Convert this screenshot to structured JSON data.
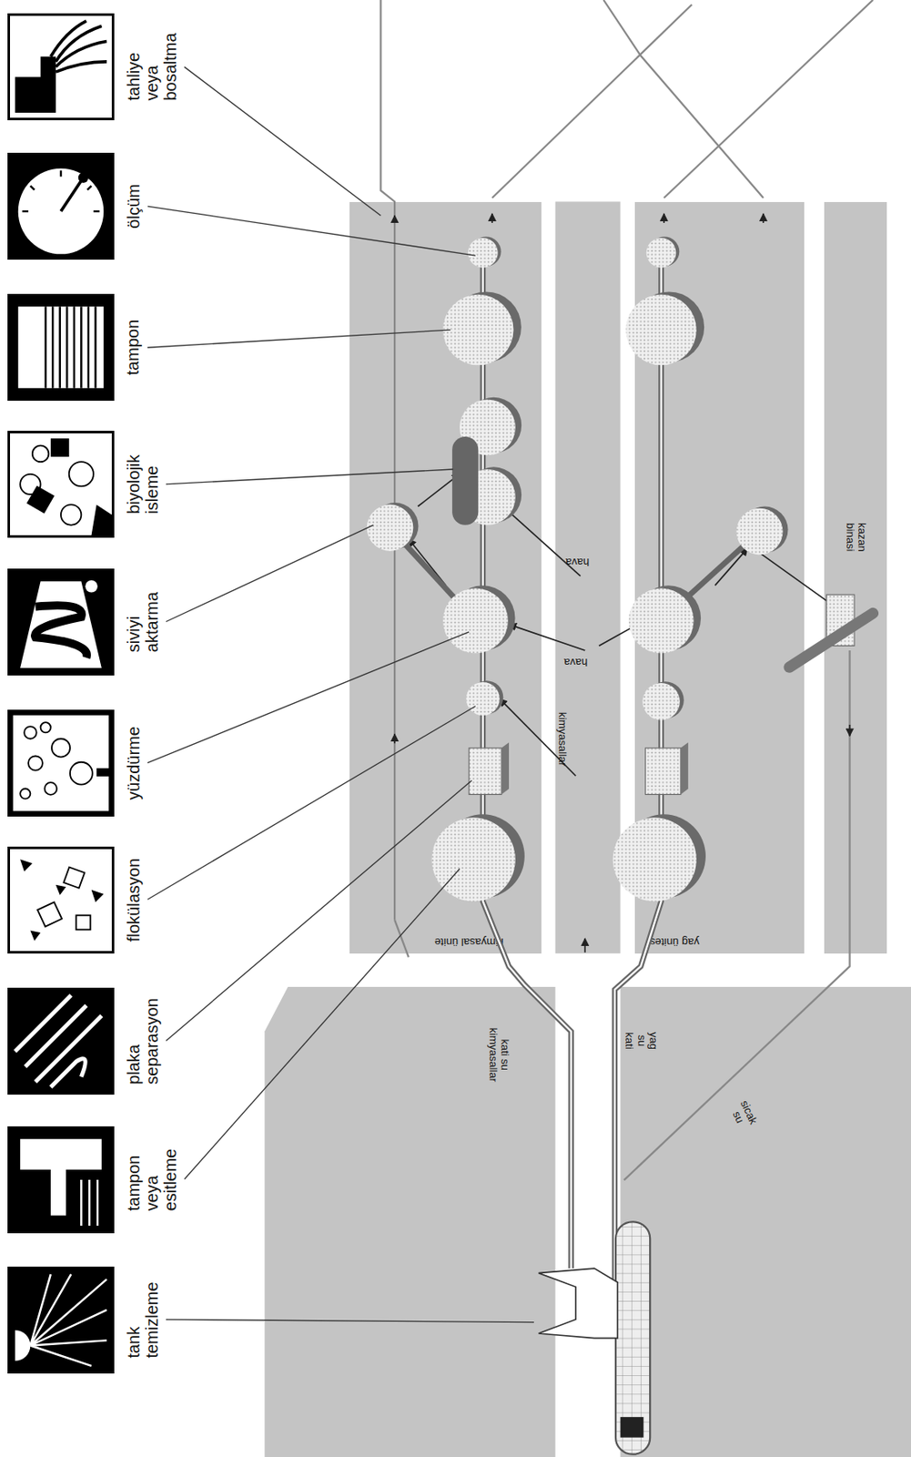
{
  "diagram": {
    "nodes": [
      {
        "text": [
          "tahliye veya bosaltma"
        ]
      },
      {
        "text": [
          "ölçüm"
        ]
      },
      {
        "text": [
          "tampon"
        ]
      },
      {
        "text": [
          "biyolojik isleme"
        ]
      },
      {
        "text": [
          "siviyi aktarma"
        ]
      },
      {
        "text": [
          "yüzdürme"
        ]
      },
      {
        "text": [
          "flokülasyon"
        ]
      },
      {
        "text": [
          "plaka separasyon"
        ]
      },
      {
        "text": [
          "tampon veya esitleme"
        ]
      },
      {
        "text": [
          "tank temizleme"
        ]
      },
      {
        "text": [
          "kimyasal ünite"
        ]
      },
      {
        "text": [
          "yag ünitesi"
        ]
      },
      {
        "text": [
          "kazan binasi"
        ]
      }
    ],
    "labels": [
      "hava",
      "hava",
      "kimyasallar",
      "kati su kimyasallar",
      "yag su kati",
      "sicak su"
    ]
  }
}
